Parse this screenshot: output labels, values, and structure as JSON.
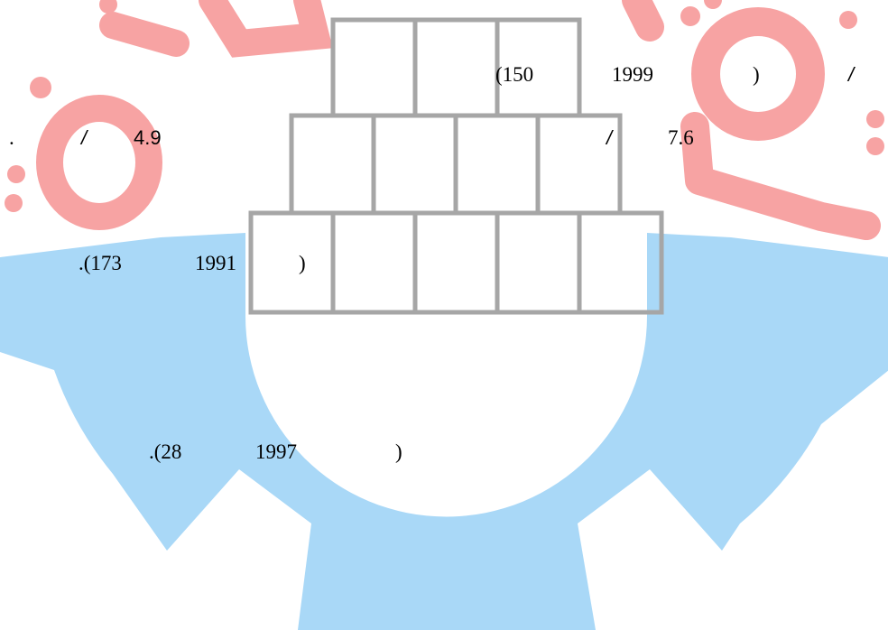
{
  "colors": {
    "watermark_red": "#f7a3a3",
    "watermark_blue": "#a9d8f7",
    "box_stroke": "#a6a6a6",
    "text": "#000000"
  },
  "watermark": {
    "icons": [
      "gear-logo-watermark",
      "arabic-lettering-watermark"
    ]
  },
  "figure": {
    "rows": [
      {
        "boxes": 3
      },
      {
        "boxes": 4
      },
      {
        "boxes": 5
      }
    ]
  },
  "text": {
    "line1": {
      "open_paren": "(150",
      "year": "1999",
      "close_paren": ")",
      "slash": "/"
    },
    "line2": {
      "period": ".",
      "slash_a": "/",
      "value_a": "4.9",
      "slash_b": "/",
      "value_b": "7.6"
    },
    "line3": {
      "open_paren": ".(173",
      "year": "1991",
      "close_paren": ")"
    },
    "line4": {
      "open_paren": ".(28",
      "year": "1997",
      "close_paren": ")"
    }
  }
}
